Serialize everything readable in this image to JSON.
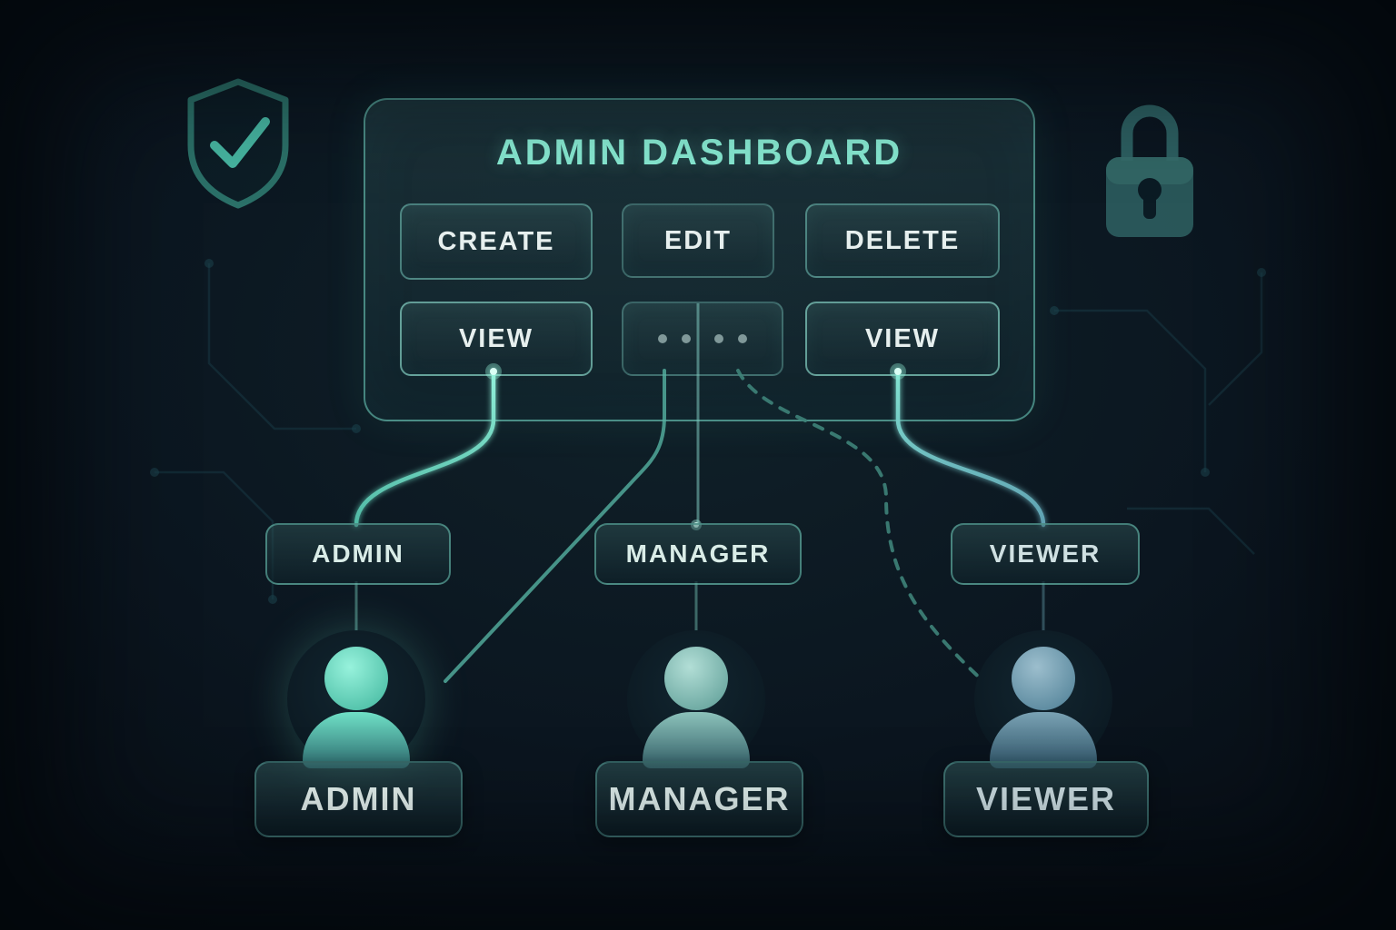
{
  "dashboard": {
    "title": "ADMIN DASHBOARD",
    "buttons": {
      "create": "CREATE",
      "edit": "EDIT",
      "delete": "DELETE",
      "view_left": "VIEW",
      "view_right": "VIEW"
    }
  },
  "roles": {
    "pills": [
      {
        "label": "ADMIN"
      },
      {
        "label": "MANAGER"
      },
      {
        "label": "VIEWER"
      }
    ],
    "nameplates": [
      {
        "label": "ADMIN"
      },
      {
        "label": "MANAGER"
      },
      {
        "label": "VIEWER"
      }
    ]
  },
  "icons": {
    "top_left": "shield-check-icon",
    "top_right": "lock-icon",
    "more_permissions": "dots-icon",
    "users": [
      "person-icon",
      "person-icon",
      "person-icon"
    ]
  },
  "colors": {
    "background": "#0b1620",
    "accent_teal": "#6ee7d4",
    "panel_border": "#73d8c6",
    "button_text": "#e6efee",
    "dashed_line": "#3e8379"
  }
}
